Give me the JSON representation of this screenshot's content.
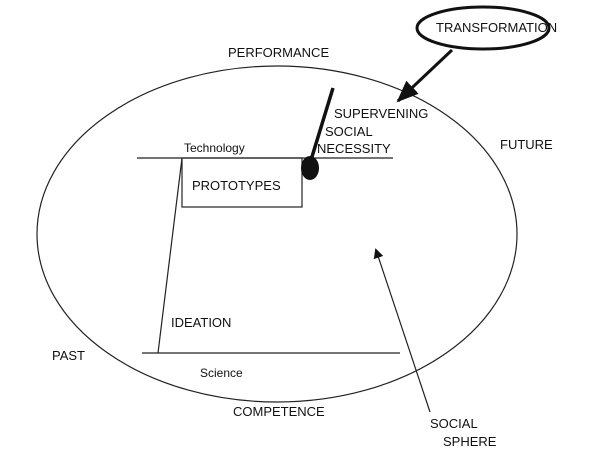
{
  "labels": {
    "transformation": "TRANSFORMATION",
    "performance": "PERFORMANCE",
    "supervening": "SUPERVENING",
    "social": "SOCIAL",
    "necessity": "NECESSITY",
    "future": "FUTURE",
    "technology": "Technology",
    "prototypes": "PROTOTYPES",
    "ideation": "IDEATION",
    "past": "PAST",
    "science": "Science",
    "competence": "COMPETENCE",
    "social_sphere_1": "SOCIAL",
    "social_sphere_2": "SPHERE"
  }
}
